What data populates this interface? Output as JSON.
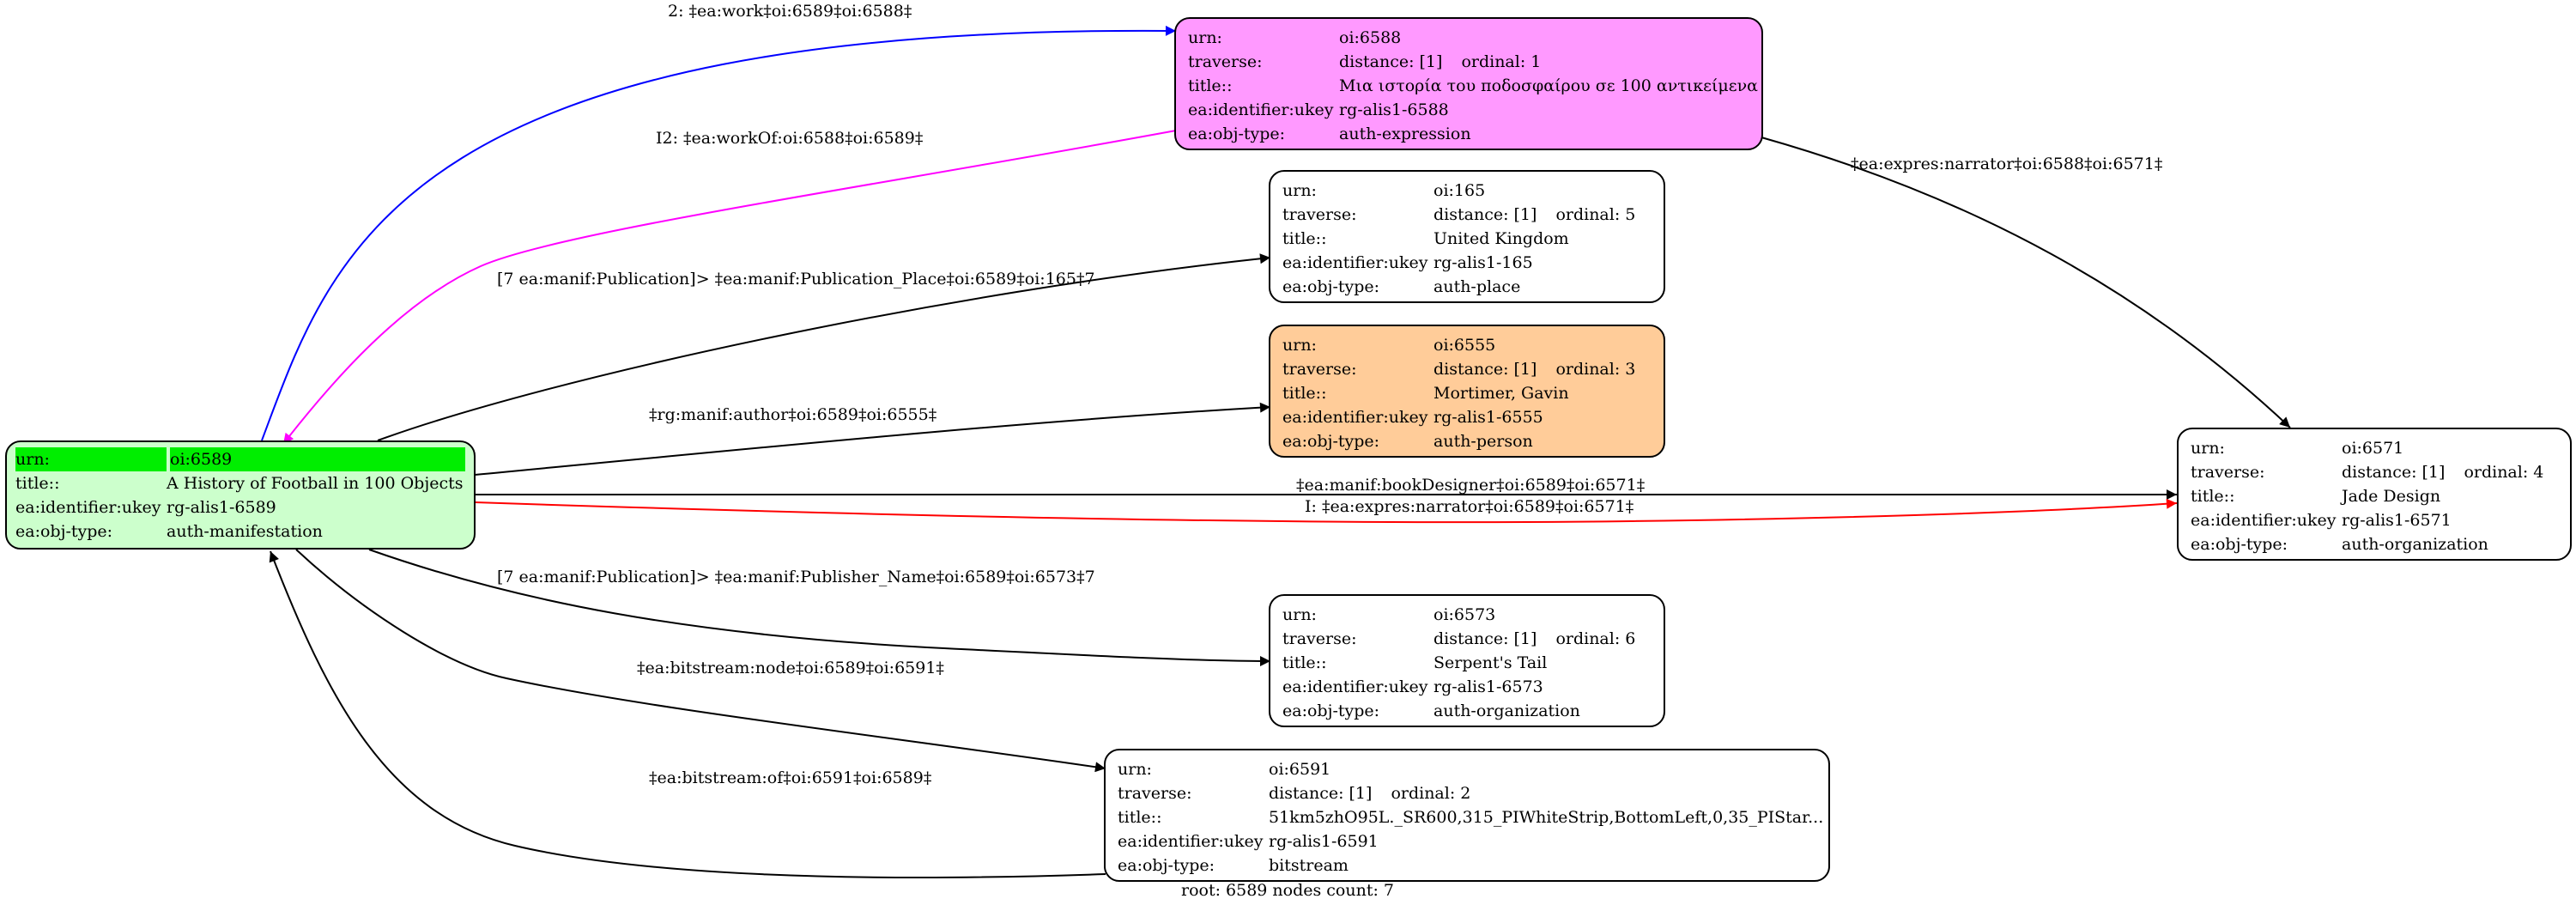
{
  "graph": {
    "footer": "root: 6589 nodes count: 7",
    "nodes": {
      "root": {
        "fill": "#ccffcc",
        "header_color": "#00ee00",
        "rows": [
          {
            "key": "urn:",
            "value": "oi:6589"
          },
          {
            "key": "title::",
            "value": "A History of Football in 100 Objects"
          },
          {
            "key": "ea:identifier:ukey",
            "value": "rg-alis1-6589"
          },
          {
            "key": "ea:obj-type:",
            "value": "auth-manifestation"
          }
        ]
      },
      "n6588": {
        "fill": "#ff99ff",
        "rows": [
          {
            "key": "urn:",
            "value": "oi:6588"
          },
          {
            "key": "traverse:",
            "value": "distance: [1]",
            "extra": "ordinal: 1"
          },
          {
            "key": "title::",
            "value": "Μια ιστορία του ποδοσφαίρου σε 100 αντικείμενα"
          },
          {
            "key": "ea:identifier:ukey",
            "value": "rg-alis1-6588"
          },
          {
            "key": "ea:obj-type:",
            "value": "auth-expression"
          }
        ]
      },
      "n165": {
        "fill": "#ffffff",
        "rows": [
          {
            "key": "urn:",
            "value": "oi:165"
          },
          {
            "key": "traverse:",
            "value": "distance: [1]",
            "extra": "ordinal: 5"
          },
          {
            "key": "title::",
            "value": "United Kingdom"
          },
          {
            "key": "ea:identifier:ukey",
            "value": "rg-alis1-165"
          },
          {
            "key": "ea:obj-type:",
            "value": "auth-place"
          }
        ]
      },
      "n6555": {
        "fill": "#ffcc99",
        "rows": [
          {
            "key": "urn:",
            "value": "oi:6555"
          },
          {
            "key": "traverse:",
            "value": "distance: [1]",
            "extra": "ordinal: 3"
          },
          {
            "key": "title::",
            "value": "Mortimer, Gavin"
          },
          {
            "key": "ea:identifier:ukey",
            "value": "rg-alis1-6555"
          },
          {
            "key": "ea:obj-type:",
            "value": "auth-person"
          }
        ]
      },
      "n6571": {
        "fill": "#ffffff",
        "rows": [
          {
            "key": "urn:",
            "value": "oi:6571"
          },
          {
            "key": "traverse:",
            "value": "distance: [1]",
            "extra": "ordinal: 4"
          },
          {
            "key": "title::",
            "value": "Jade Design"
          },
          {
            "key": "ea:identifier:ukey",
            "value": "rg-alis1-6571"
          },
          {
            "key": "ea:obj-type:",
            "value": "auth-organization"
          }
        ]
      },
      "n6573": {
        "fill": "#ffffff",
        "rows": [
          {
            "key": "urn:",
            "value": "oi:6573"
          },
          {
            "key": "traverse:",
            "value": "distance: [1]",
            "extra": "ordinal: 6"
          },
          {
            "key": "title::",
            "value": "Serpent's Tail"
          },
          {
            "key": "ea:identifier:ukey",
            "value": "rg-alis1-6573"
          },
          {
            "key": "ea:obj-type:",
            "value": "auth-organization"
          }
        ]
      },
      "n6591": {
        "fill": "#ffffff",
        "rows": [
          {
            "key": "urn:",
            "value": "oi:6591"
          },
          {
            "key": "traverse:",
            "value": "distance: [1]",
            "extra": "ordinal: 2"
          },
          {
            "key": "title::",
            "value": "51km5zhO95L._SR600,315_PIWhiteStrip,BottomLeft,0,35_PIStar..."
          },
          {
            "key": "ea:identifier:ukey",
            "value": "rg-alis1-6591"
          },
          {
            "key": "ea:obj-type:",
            "value": "bitstream"
          }
        ]
      }
    },
    "edges": [
      {
        "from": "root",
        "to": "n6588",
        "label": "2: ‡ea:work‡oi:6589‡oi:6588‡",
        "color": "#0000ff"
      },
      {
        "from": "n6588",
        "to": "root",
        "label": "I2: ‡ea:workOf:oi:6588‡oi:6589‡",
        "color": "#ff00ff"
      },
      {
        "from": "root",
        "to": "n165",
        "label": "[7 ea:manif:Publication]> ‡ea:manif:Publication_Place‡oi:6589‡oi:165‡7",
        "color": "#000000"
      },
      {
        "from": "root",
        "to": "n6555",
        "label": "‡rg:manif:author‡oi:6589‡oi:6555‡",
        "color": "#000000"
      },
      {
        "from": "root",
        "to": "n6571",
        "label": "‡ea:manif:bookDesigner‡oi:6589‡oi:6571‡",
        "color": "#000000"
      },
      {
        "from": "root",
        "to": "n6571",
        "label": "I: ‡ea:expres:narrator‡oi:6589‡oi:6571‡",
        "color": "#ff0000"
      },
      {
        "from": "n6588",
        "to": "n6571",
        "label": "‡ea:expres:narrator‡oi:6588‡oi:6571‡",
        "color": "#000000"
      },
      {
        "from": "root",
        "to": "n6573",
        "label": "[7 ea:manif:Publication]> ‡ea:manif:Publisher_Name‡oi:6589‡oi:6573‡7",
        "color": "#000000"
      },
      {
        "from": "root",
        "to": "n6591",
        "label": "‡ea:bitstream:node‡oi:6589‡oi:6591‡",
        "color": "#000000"
      },
      {
        "from": "n6591",
        "to": "root",
        "label": "‡ea:bitstream:of‡oi:6591‡oi:6589‡",
        "color": "#000000"
      }
    ]
  }
}
